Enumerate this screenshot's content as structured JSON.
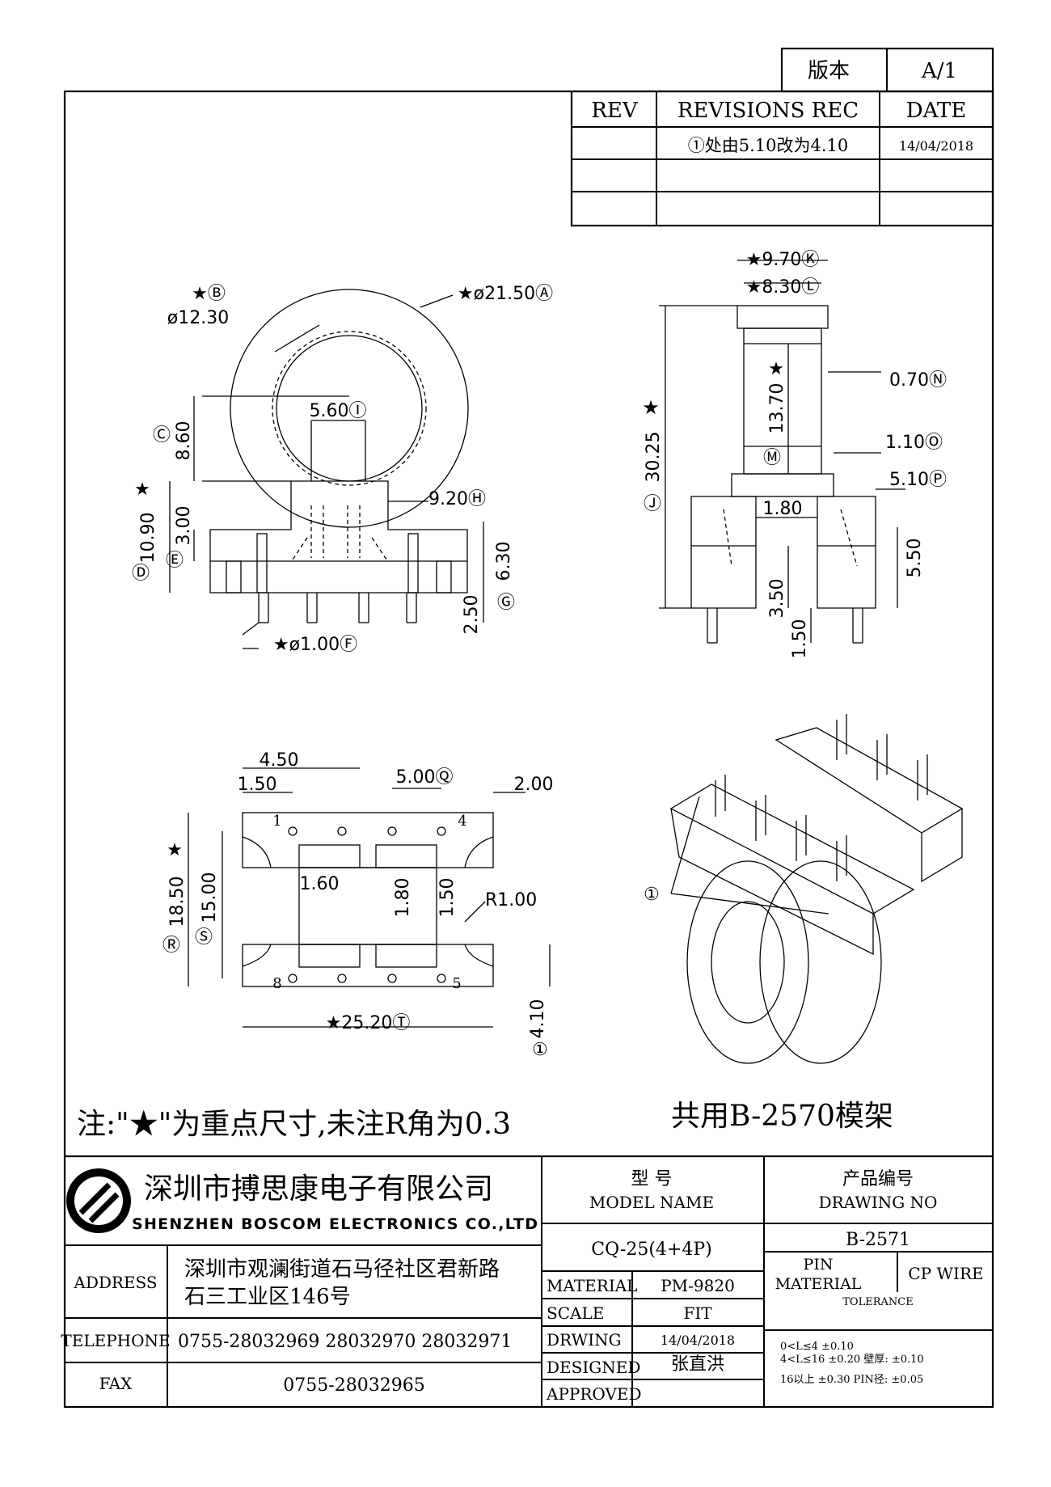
{
  "version_block": {
    "label": "版本",
    "value": "A/1"
  },
  "revision_table": {
    "headers": [
      "REV",
      "REVISIONS REC",
      "DATE"
    ],
    "rows": [
      {
        "rev": "",
        "rec": "①处由5.10改为4.10",
        "date": "14/04/2018"
      },
      {
        "rev": "",
        "rec": "",
        "date": ""
      },
      {
        "rev": "",
        "rec": "",
        "date": ""
      }
    ]
  },
  "top_view": {
    "dim_b_label": "★Ⓑ",
    "dim_b_value": "ø12.30",
    "dim_a": "★ø21.50Ⓐ",
    "dim_i": "5.60Ⓘ",
    "dim_c_mark": "Ⓒ",
    "dim_c_value": "8.60",
    "dim_h": "9.20Ⓗ",
    "dim_d_value": "10.90",
    "dim_d_star": "★",
    "dim_d_mark": "Ⓓ",
    "dim_e_value": "3.00",
    "dim_e_mark": "Ⓔ",
    "dim_g_value": "6.30",
    "dim_g_mark": "Ⓖ",
    "dim_pin_len": "2.50",
    "dim_f": "★ø1.00Ⓕ"
  },
  "side_view": {
    "dim_k": "★9.70Ⓚ",
    "dim_l": "★8.30Ⓛ",
    "dim_j_star": "★",
    "dim_j_value": "30.25",
    "dim_j_mark": "Ⓙ",
    "dim_m_star": "★",
    "dim_m_value": "13.70",
    "dim_m_mark": "Ⓜ",
    "dim_n": "0.70Ⓝ",
    "dim_o": "1.10Ⓞ",
    "dim_p": "5.10Ⓟ",
    "dim_180": "1.80",
    "dim_550": "5.50",
    "dim_350": "3.50",
    "dim_150": "1.50"
  },
  "bottom_view": {
    "dim_450": "4.50",
    "dim_150a": "1.50",
    "dim_q": "5.00Ⓠ",
    "dim_200": "2.00",
    "dim_r_value": "18.50",
    "dim_r_star": "★",
    "dim_r_mark": "Ⓡ",
    "dim_s_value": "15.00",
    "dim_s_mark": "Ⓢ",
    "dim_160": "1.60",
    "dim_180b": "1.80",
    "dim_150b": "1.50",
    "dim_r1": "R1.00",
    "dim_t": "★25.20Ⓣ",
    "dim_410": "4.10",
    "dim_410_mark": "①",
    "pin_1": "1",
    "pin_4": "4",
    "pin_8": "8",
    "pin_5": "5"
  },
  "iso_view": {
    "callout": "①"
  },
  "note": "注:\"★\"为重点尺寸,未注R角为0.3",
  "shared_mold": "共用B-2570模架",
  "title_block": {
    "company_cn": "深圳市搏思康电子有限公司",
    "company_en": "SHENZHEN BOSCOM ELECTRONICS CO.,LTD",
    "model_label_cn": "型    号",
    "model_label_en": "MODEL NAME",
    "model_value": "CQ-25(4+4P)",
    "drawing_label_cn": "产品编号",
    "drawing_label_en": "DRAWING NO",
    "drawing_value": "B-2571",
    "address_label": "ADDRESS",
    "address_line1": "深圳市观澜街道石马径社区君新路",
    "address_line2": "石三工业区146号",
    "telephone_label": "TELEPHONE",
    "telephone_value": "0755-28032969 28032970 28032971",
    "fax_label": "FAX",
    "fax_value": "0755-28032965",
    "material_label": "MATERIAL",
    "material_value": "PM-9820",
    "scale_label": "SCALE",
    "scale_value": "FIT",
    "drwing_label": "DRWING",
    "drwing_value": "14/04/2018",
    "designed_label": "DESIGNED",
    "designed_value": "张直洪",
    "approved_label": "APPROVED",
    "approved_value": "",
    "pin_material_label1": "PIN",
    "pin_material_label2": "MATERIAL",
    "pin_material_value": "CP WIRE",
    "tolerance_label": "TOLERANCE",
    "tol_line1": "0<L≤4  ±0.10",
    "tol_line2": "4<L≤16 ±0.20  壁厚:  ±0.10",
    "tol_line3": "16以上   ±0.30  PIN径: ±0.05"
  }
}
